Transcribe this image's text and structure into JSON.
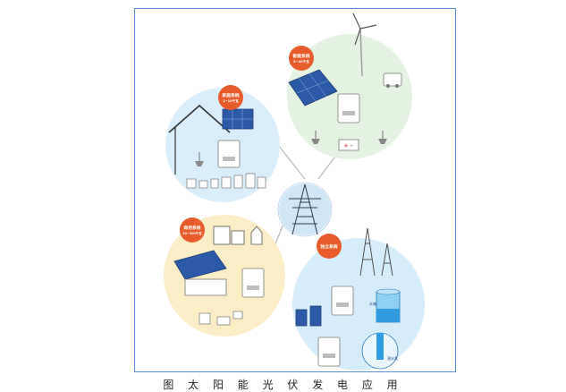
{
  "diagram": {
    "badges": {
      "top_left": {
        "title": "家庭系统",
        "subtitle": "1~10千瓦"
      },
      "top_right": {
        "title": "智能系统",
        "subtitle": "5~40千瓦"
      },
      "bottom_left": {
        "title": "商用系统",
        "subtitle": "30~300千瓦"
      },
      "bottom_right": {
        "title": "独立系统",
        "subtitle": ""
      }
    },
    "water_labels": {
      "tank": "水箱",
      "pump": "潜水泵"
    },
    "colors": {
      "frame": "#5b8fd6",
      "zone_blue": "#d9eefa",
      "zone_green": "#e4f3e1",
      "zone_yellow": "#fbeec7",
      "zone_blue_right": "#d5ecfa",
      "badge": "#e85c2c",
      "connector": "#a9a9a9"
    }
  },
  "caption": "图 太 阳 能 光 伏 发 电 应 用"
}
